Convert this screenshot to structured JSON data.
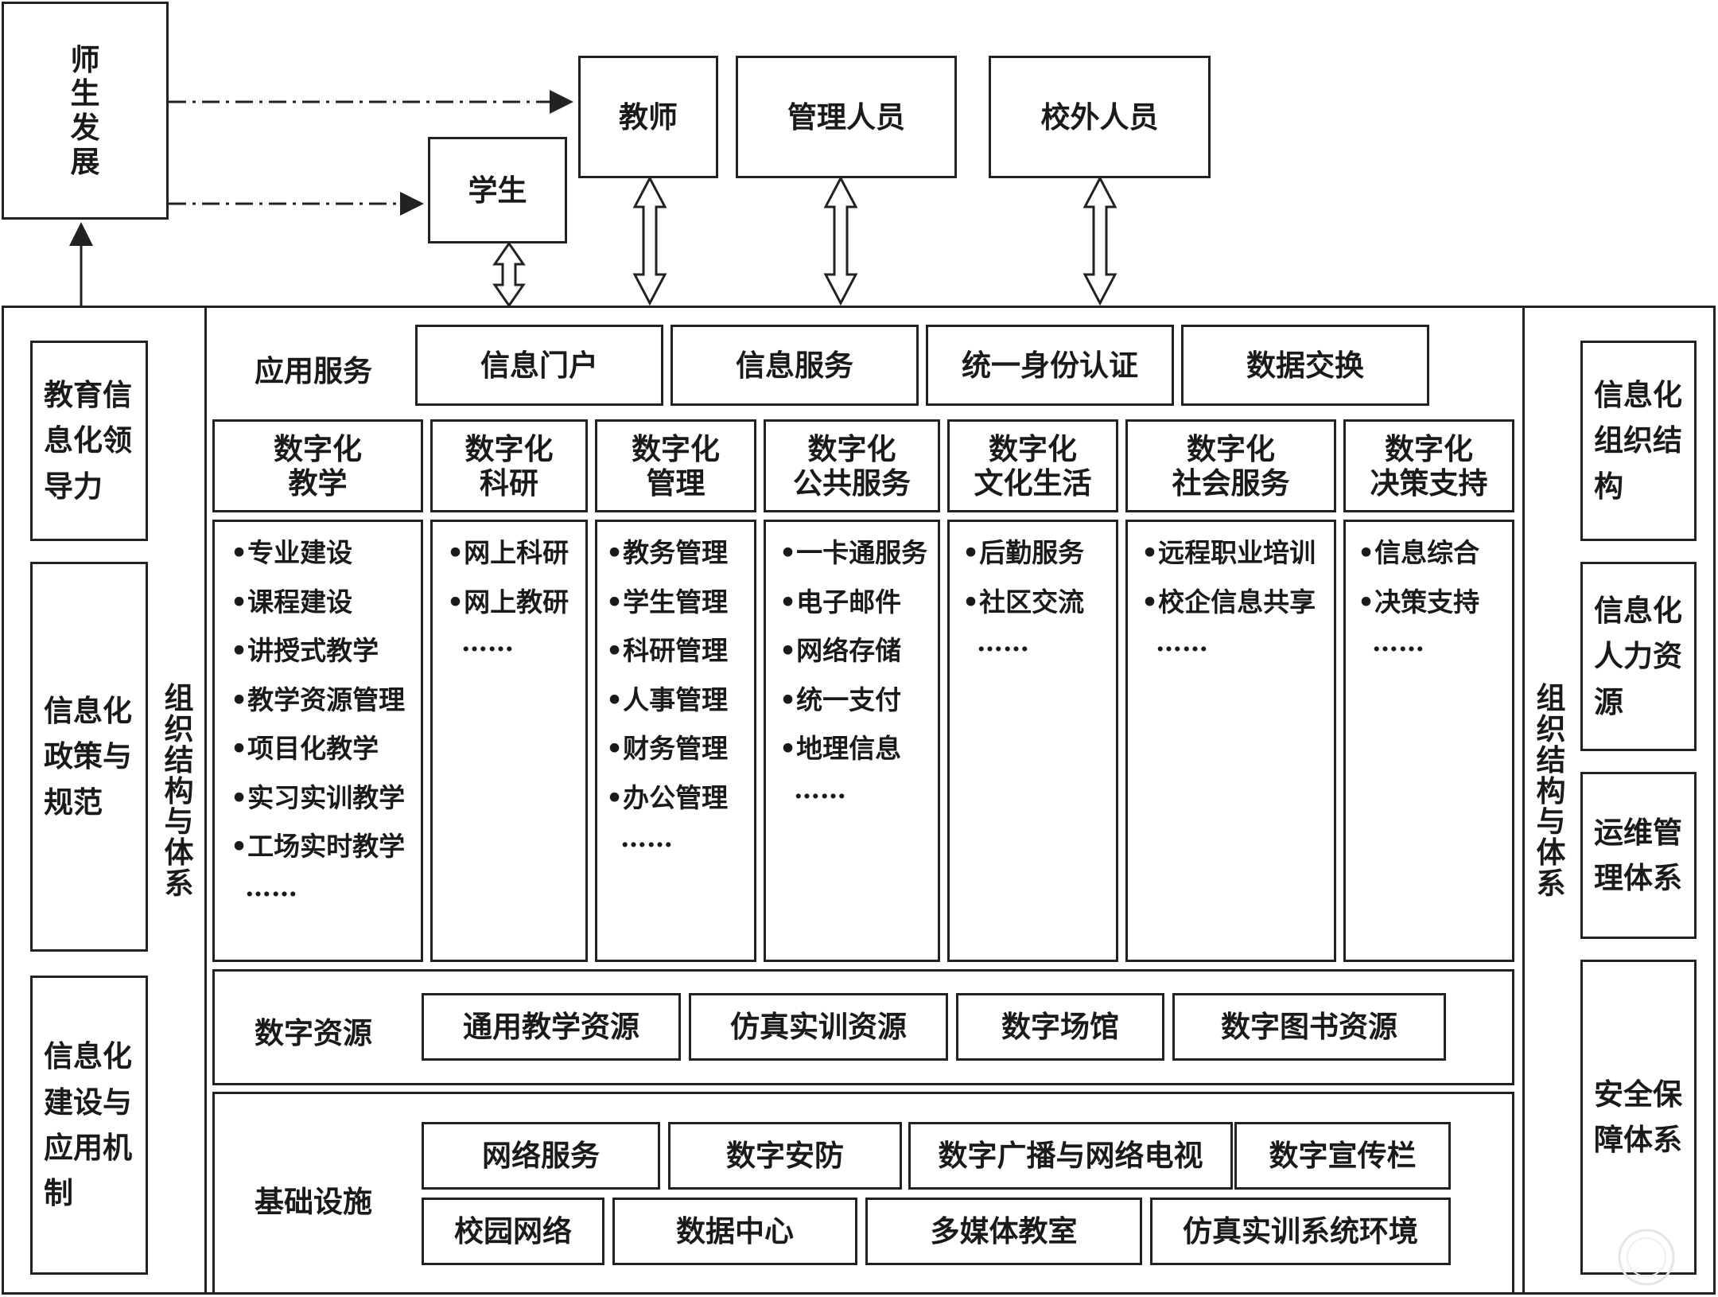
{
  "top": {
    "development": "师生发展",
    "student": "学生",
    "teacher": "教师",
    "manager": "管理人员",
    "outsider": "校外人员"
  },
  "left_panel": {
    "boxes": [
      "教育信息化领导力",
      "信息化政策与规范",
      "信息化建设与应用机制"
    ],
    "vertical_label": "组织结构与体系"
  },
  "right_panel": {
    "boxes": [
      "信息化组织结构",
      "信息化人力资源",
      "运维管理体系",
      "安全保障体系"
    ],
    "vertical_label": "组织结构与体系"
  },
  "app_services": {
    "label": "应用服务",
    "items": [
      "信息门户",
      "信息服务",
      "统一身份认证",
      "数据交换"
    ]
  },
  "digital_columns": [
    {
      "title_1": "数字化",
      "title_2": "教学",
      "items": [
        "•专业建设",
        "•课程建设",
        "•讲授式教学",
        "•教学资源管理",
        "•项目化教学",
        "•实习实训教学",
        "•工场实时教学"
      ],
      "more": "……"
    },
    {
      "title_1": "数字化",
      "title_2": "科研",
      "items": [
        "•网上科研",
        "•网上教研"
      ],
      "more": "……"
    },
    {
      "title_1": "数字化",
      "title_2": "管理",
      "items": [
        "•教务管理",
        "•学生管理",
        "•科研管理",
        "•人事管理",
        "•财务管理",
        "•办公管理"
      ],
      "more": "……"
    },
    {
      "title_1": "数字化",
      "title_2": "公共服务",
      "items": [
        "•一卡通服务",
        "•电子邮件",
        "•网络存储",
        "•统一支付",
        "•地理信息"
      ],
      "more": "……"
    },
    {
      "title_1": "数字化",
      "title_2": "文化生活",
      "items": [
        "•后勤服务",
        "•社区交流"
      ],
      "more": "……"
    },
    {
      "title_1": "数字化",
      "title_2": "社会服务",
      "items": [
        "•远程职业培训",
        "•校企信息共享"
      ],
      "more": "……"
    },
    {
      "title_1": "数字化",
      "title_2": "决策支持",
      "items": [
        "•信息综合",
        "•决策支持"
      ],
      "more": "……"
    }
  ],
  "digital_resources": {
    "label": "数字资源",
    "items": [
      "通用教学资源",
      "仿真实训资源",
      "数字场馆",
      "数字图书资源"
    ]
  },
  "infrastructure": {
    "label": "基础设施",
    "row1": [
      "网络服务",
      "数字安防",
      "数字广播与网络电视",
      "数字宣传栏"
    ],
    "row2": [
      "校园网络",
      "数据中心",
      "多媒体教室",
      "仿真实训系统环境"
    ]
  }
}
